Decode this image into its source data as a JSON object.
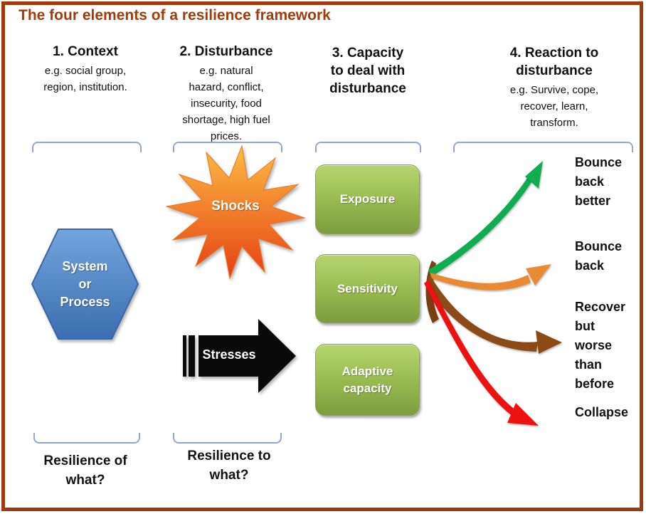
{
  "title": "The four elements of a resilience framework",
  "columns": [
    {
      "num_heading": "1. Context",
      "example": "e.g. social group,\nregion, institution."
    },
    {
      "num_heading": "2. Disturbance",
      "example": "e.g. natural\nhazard, conflict,\ninsecurity, food\nshortage, high fuel\nprices."
    },
    {
      "num_heading": "3. Capacity\nto deal with\ndisturbance",
      "example": ""
    },
    {
      "num_heading": "4. Reaction to\ndisturbance",
      "example": "e.g. Survive, cope,\nrecover, learn,\ntransform."
    }
  ],
  "context_shape": {
    "label": "System\nor\nProcess"
  },
  "disturbance_shapes": {
    "shock_label": "Shocks",
    "stress_label": "Stresses"
  },
  "capacity_boxes": [
    {
      "label": "Exposure"
    },
    {
      "label": "Sensitivity"
    },
    {
      "label": "Adaptive\ncapacity"
    }
  ],
  "outcomes": [
    {
      "label": "Bounce\nback\nbetter",
      "color": "#0FAD4F"
    },
    {
      "label": "Bounce\nback",
      "color": "#E88A33"
    },
    {
      "label": "Recover\nbut\nworse\nthan\nbefore",
      "color": "#8C4A17"
    },
    {
      "label": "Collapse",
      "color": "#EE1111"
    }
  ],
  "questions": [
    {
      "label": "Resilience of\nwhat?"
    },
    {
      "label": "Resilience to\nwhat?"
    }
  ],
  "colors": {
    "title": "#A33B0B",
    "frame_border": "#9D3A0E",
    "bracket": "#8FA9CE",
    "hexagon_top": "#6FA3DC",
    "hexagon_bottom": "#3B6DB0",
    "star_top": "#FCBB45",
    "star_bottom": "#E64012",
    "stress_fill": "#0A0A0A",
    "capacity_box_top": "#B7D56F",
    "capacity_box_bottom": "#7E9C3E",
    "origin_blob": "#7A3E12"
  }
}
